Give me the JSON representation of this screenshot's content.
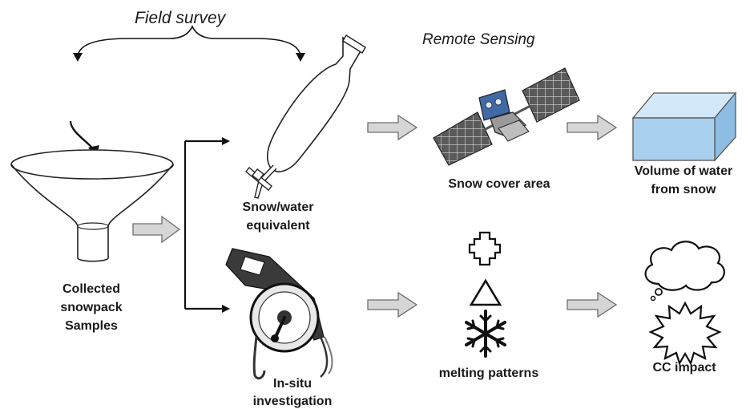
{
  "titles": {
    "field_survey": "Field survey",
    "remote_sensing": "Remote Sensing"
  },
  "labels": {
    "collected": [
      "Collected",
      "snowpack",
      "Samples"
    ],
    "swe": [
      "Snow/water",
      "equivalent"
    ],
    "insitu": [
      "In-situ",
      "investigation"
    ],
    "snow_cover": "Snow cover area",
    "volume": [
      "Volume of water",
      "from snow"
    ],
    "melting": "melting patterns",
    "cc_impact": "CC impact"
  },
  "icons": {
    "funnel": "funnel-icon",
    "separatory_funnel": "separatory-funnel-icon",
    "tape_reel": "measuring-tape-reel-icon",
    "satellite": "satellite-icon",
    "box": "water-volume-box-icon",
    "cross": "cross-symbol-icon",
    "triangle": "triangle-symbol-icon",
    "snowflake": "snowflake-icon",
    "cloud": "thought-cloud-icon",
    "burst": "burst-icon"
  },
  "colors": {
    "arrow_fill": "#d6d6d6",
    "arrow_stroke": "#6e6e6e",
    "box_front": "#a9cfee",
    "box_top": "#d3e8f8",
    "box_side": "#8dbde3",
    "panel": "#555555",
    "line": "#111111"
  }
}
